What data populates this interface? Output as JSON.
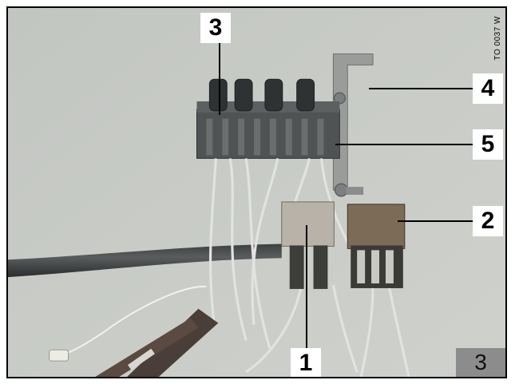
{
  "figure": {
    "reference_code": "TO 0037 W",
    "page_number": "3",
    "callouts": [
      {
        "id": "c3",
        "label": "3"
      },
      {
        "id": "c4",
        "label": "4"
      },
      {
        "id": "c5",
        "label": "5"
      },
      {
        "id": "c2",
        "label": "2"
      },
      {
        "id": "c1",
        "label": "1"
      }
    ]
  }
}
